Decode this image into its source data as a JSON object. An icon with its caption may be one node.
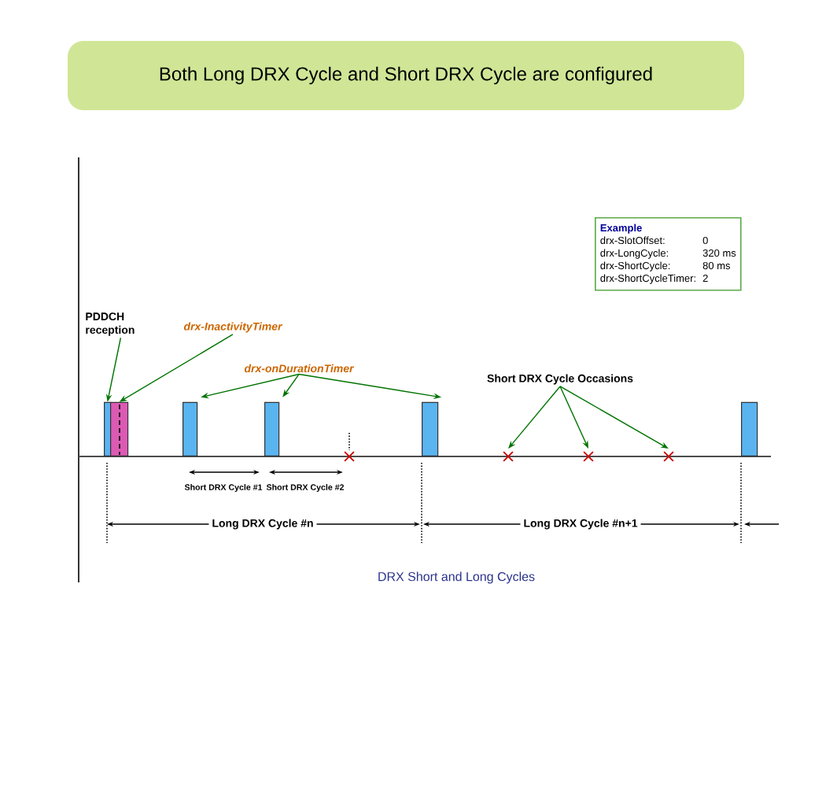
{
  "diagram": {
    "title": "Both Long DRX Cycle and Short DRX Cycle are configured",
    "caption": "DRX Short and Long Cycles",
    "nodes": [
      {
        "text": [
          "PDDCH reception"
        ]
      },
      {
        "text": [
          "drx-InactivityTimer"
        ]
      },
      {
        "text": [
          "drx-onDurationTimer"
        ]
      },
      {
        "text": [
          "Short DRX Cycle Occasions"
        ]
      },
      {
        "text": [
          "Example",
          "drx-SlotOffset:",
          "0",
          "drx-LongCycle:",
          "320 ms",
          "drx-ShortCycle:",
          "80 ms",
          "drx-ShortCycleTimer:",
          "2"
        ]
      },
      {
        "text": [],
        "shape": "bar"
      },
      {
        "text": [],
        "shape": "bar"
      },
      {
        "text": [],
        "shape": "bar"
      },
      {
        "text": [],
        "shape": "bar"
      },
      {
        "text": [],
        "shape": "bar"
      },
      {
        "text": [],
        "shape": "bar"
      },
      {
        "text": [],
        "shape": "cross"
      },
      {
        "text": [],
        "shape": "cross"
      },
      {
        "text": [],
        "shape": "cross"
      },
      {
        "text": [],
        "shape": "cross"
      }
    ],
    "edges": [
      {
        "from": 0,
        "to": 5,
        "arrow": "to"
      },
      {
        "from": 1,
        "to": 6,
        "arrow": "to"
      },
      {
        "from": 2,
        "to": 7,
        "arrow": "to"
      },
      {
        "from": 2,
        "to": 8,
        "arrow": "to"
      },
      {
        "from": 2,
        "to": 9,
        "arrow": "to"
      },
      {
        "from": 3,
        "to": 12,
        "arrow": "to"
      },
      {
        "from": 3,
        "to": 13,
        "arrow": "to"
      },
      {
        "from": 3,
        "to": 14,
        "arrow": "to"
      }
    ],
    "labels": [
      "Short DRX Cycle #1",
      "Short DRX Cycle #2",
      "Long DRX Cycle #n",
      "Long DRX Cycle #n+1"
    ]
  }
}
